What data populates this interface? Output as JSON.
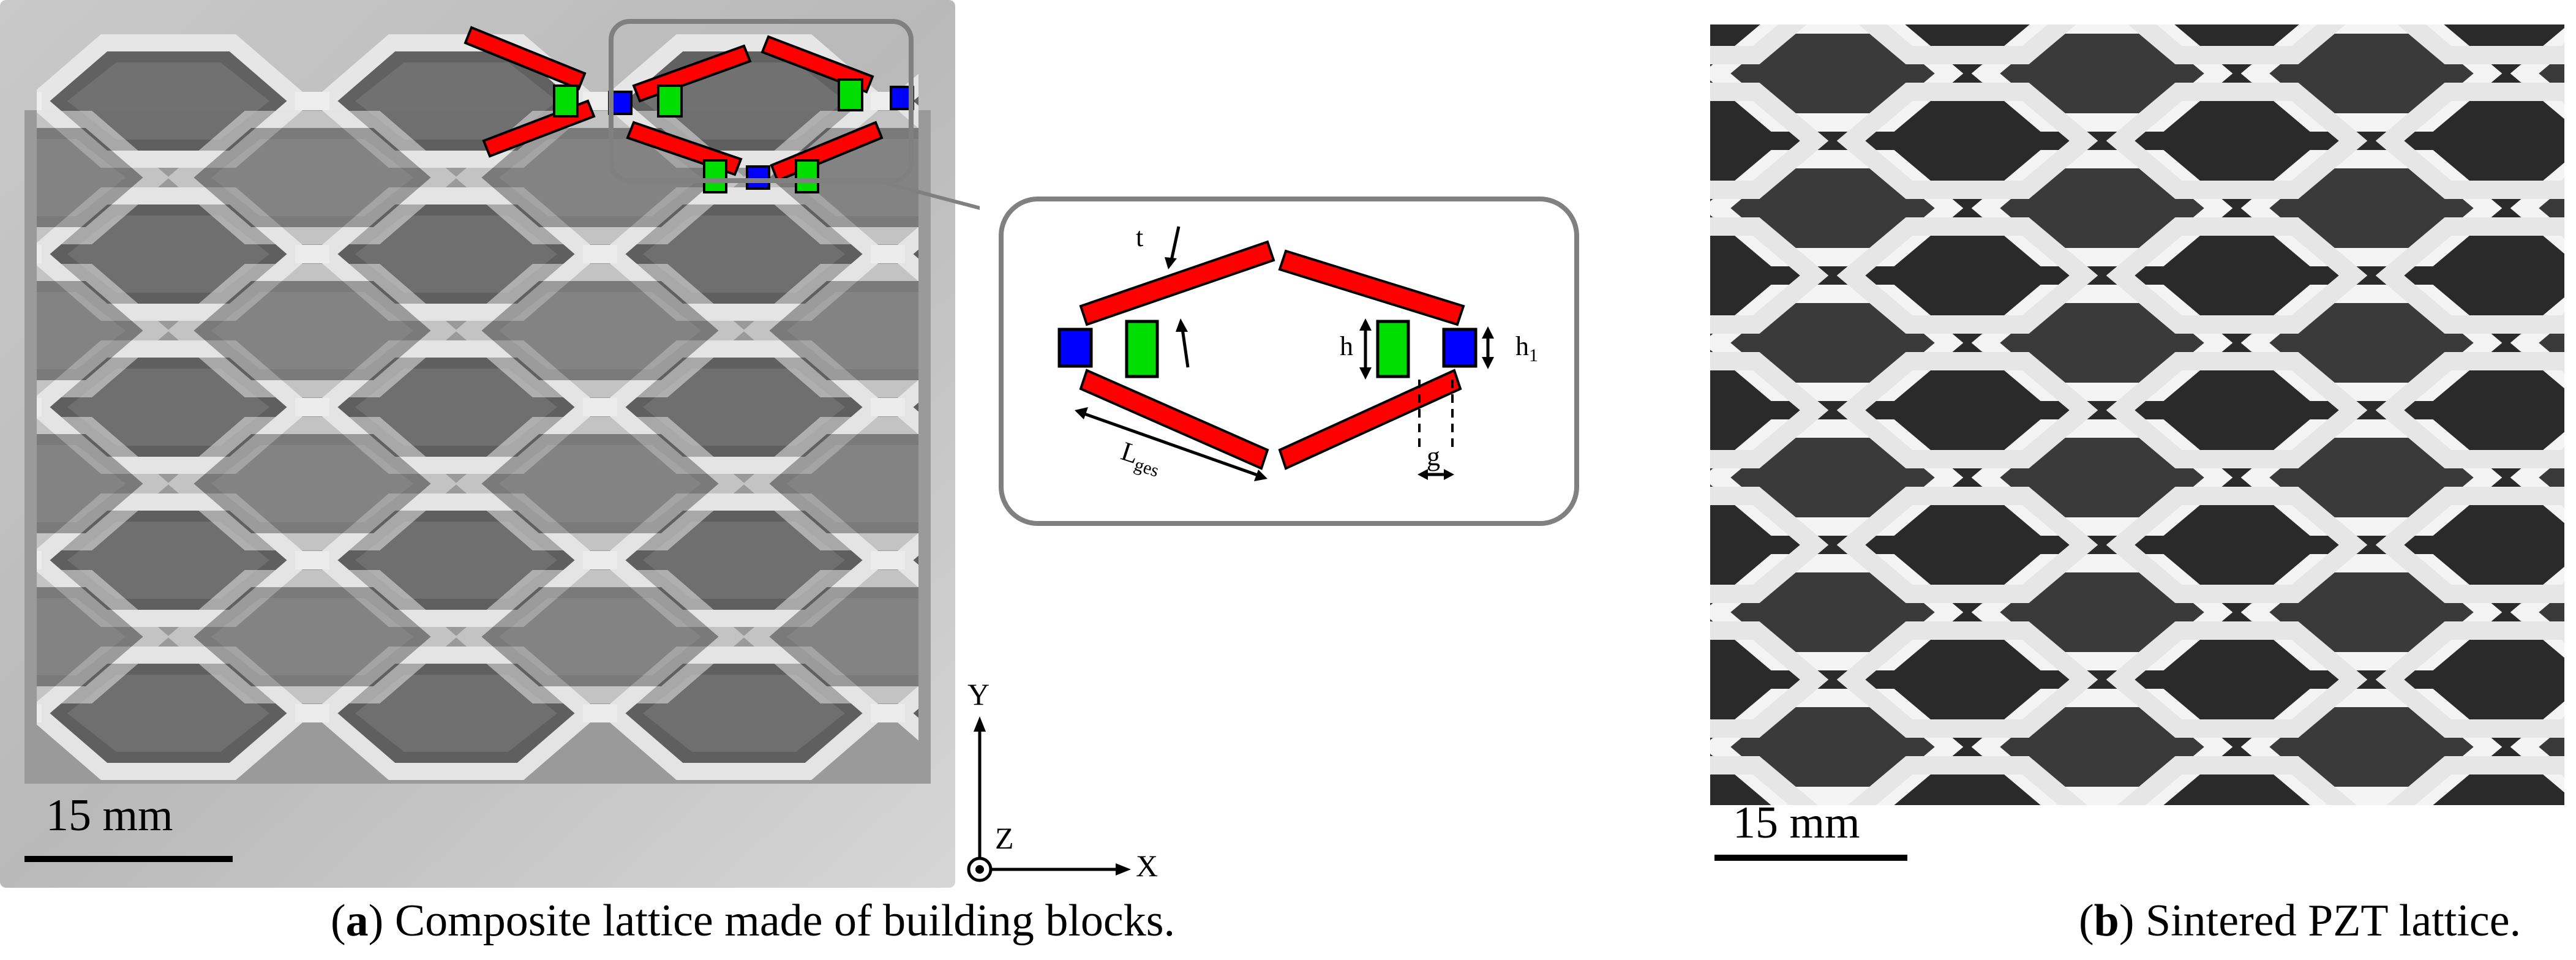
{
  "panel_a": {
    "caption_letter": "a",
    "caption_text": " Composite lattice made of building blocks.",
    "scale_label": "15 mm",
    "axes": {
      "y": "Y",
      "z": "Z",
      "x": "X"
    },
    "inset_labels": {
      "t": "t",
      "h": "h",
      "h1": "h",
      "h1_sub": "1",
      "lges": "L",
      "lges_sub": "ges",
      "g": "g"
    },
    "colors": {
      "beam": "#ff0000",
      "block": "#00dd00",
      "joint": "#0000ff",
      "frame": "#808080"
    }
  },
  "panel_b": {
    "caption_letter": "b",
    "caption_text": " Sintered PZT lattice.",
    "scale_label": "15 mm"
  }
}
